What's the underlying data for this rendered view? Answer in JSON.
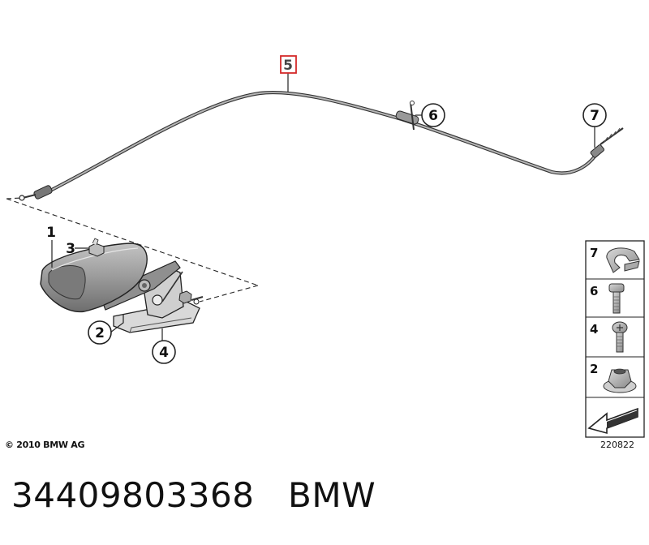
{
  "callouts": {
    "c1": "1",
    "c2": "2",
    "c3": "3",
    "c4": "4",
    "c5": "5",
    "c6": "6",
    "c7": "7"
  },
  "legend": {
    "items": [
      {
        "number": "7",
        "icon": "clip-icon"
      },
      {
        "number": "6",
        "icon": "bolt-icon"
      },
      {
        "number": "4",
        "icon": "screw-icon"
      },
      {
        "number": "2",
        "icon": "nut-icon"
      },
      {
        "number": "",
        "icon": "arrow-icon"
      }
    ]
  },
  "footer": {
    "copyright": "© 2010 BMW AG",
    "diagram_id": "220822"
  },
  "caption": {
    "part_number": "34409803368",
    "brand": "BMW"
  },
  "colors": {
    "highlight": "#d42a2a",
    "part_fill": "#9a9a9a",
    "line": "#222222"
  }
}
